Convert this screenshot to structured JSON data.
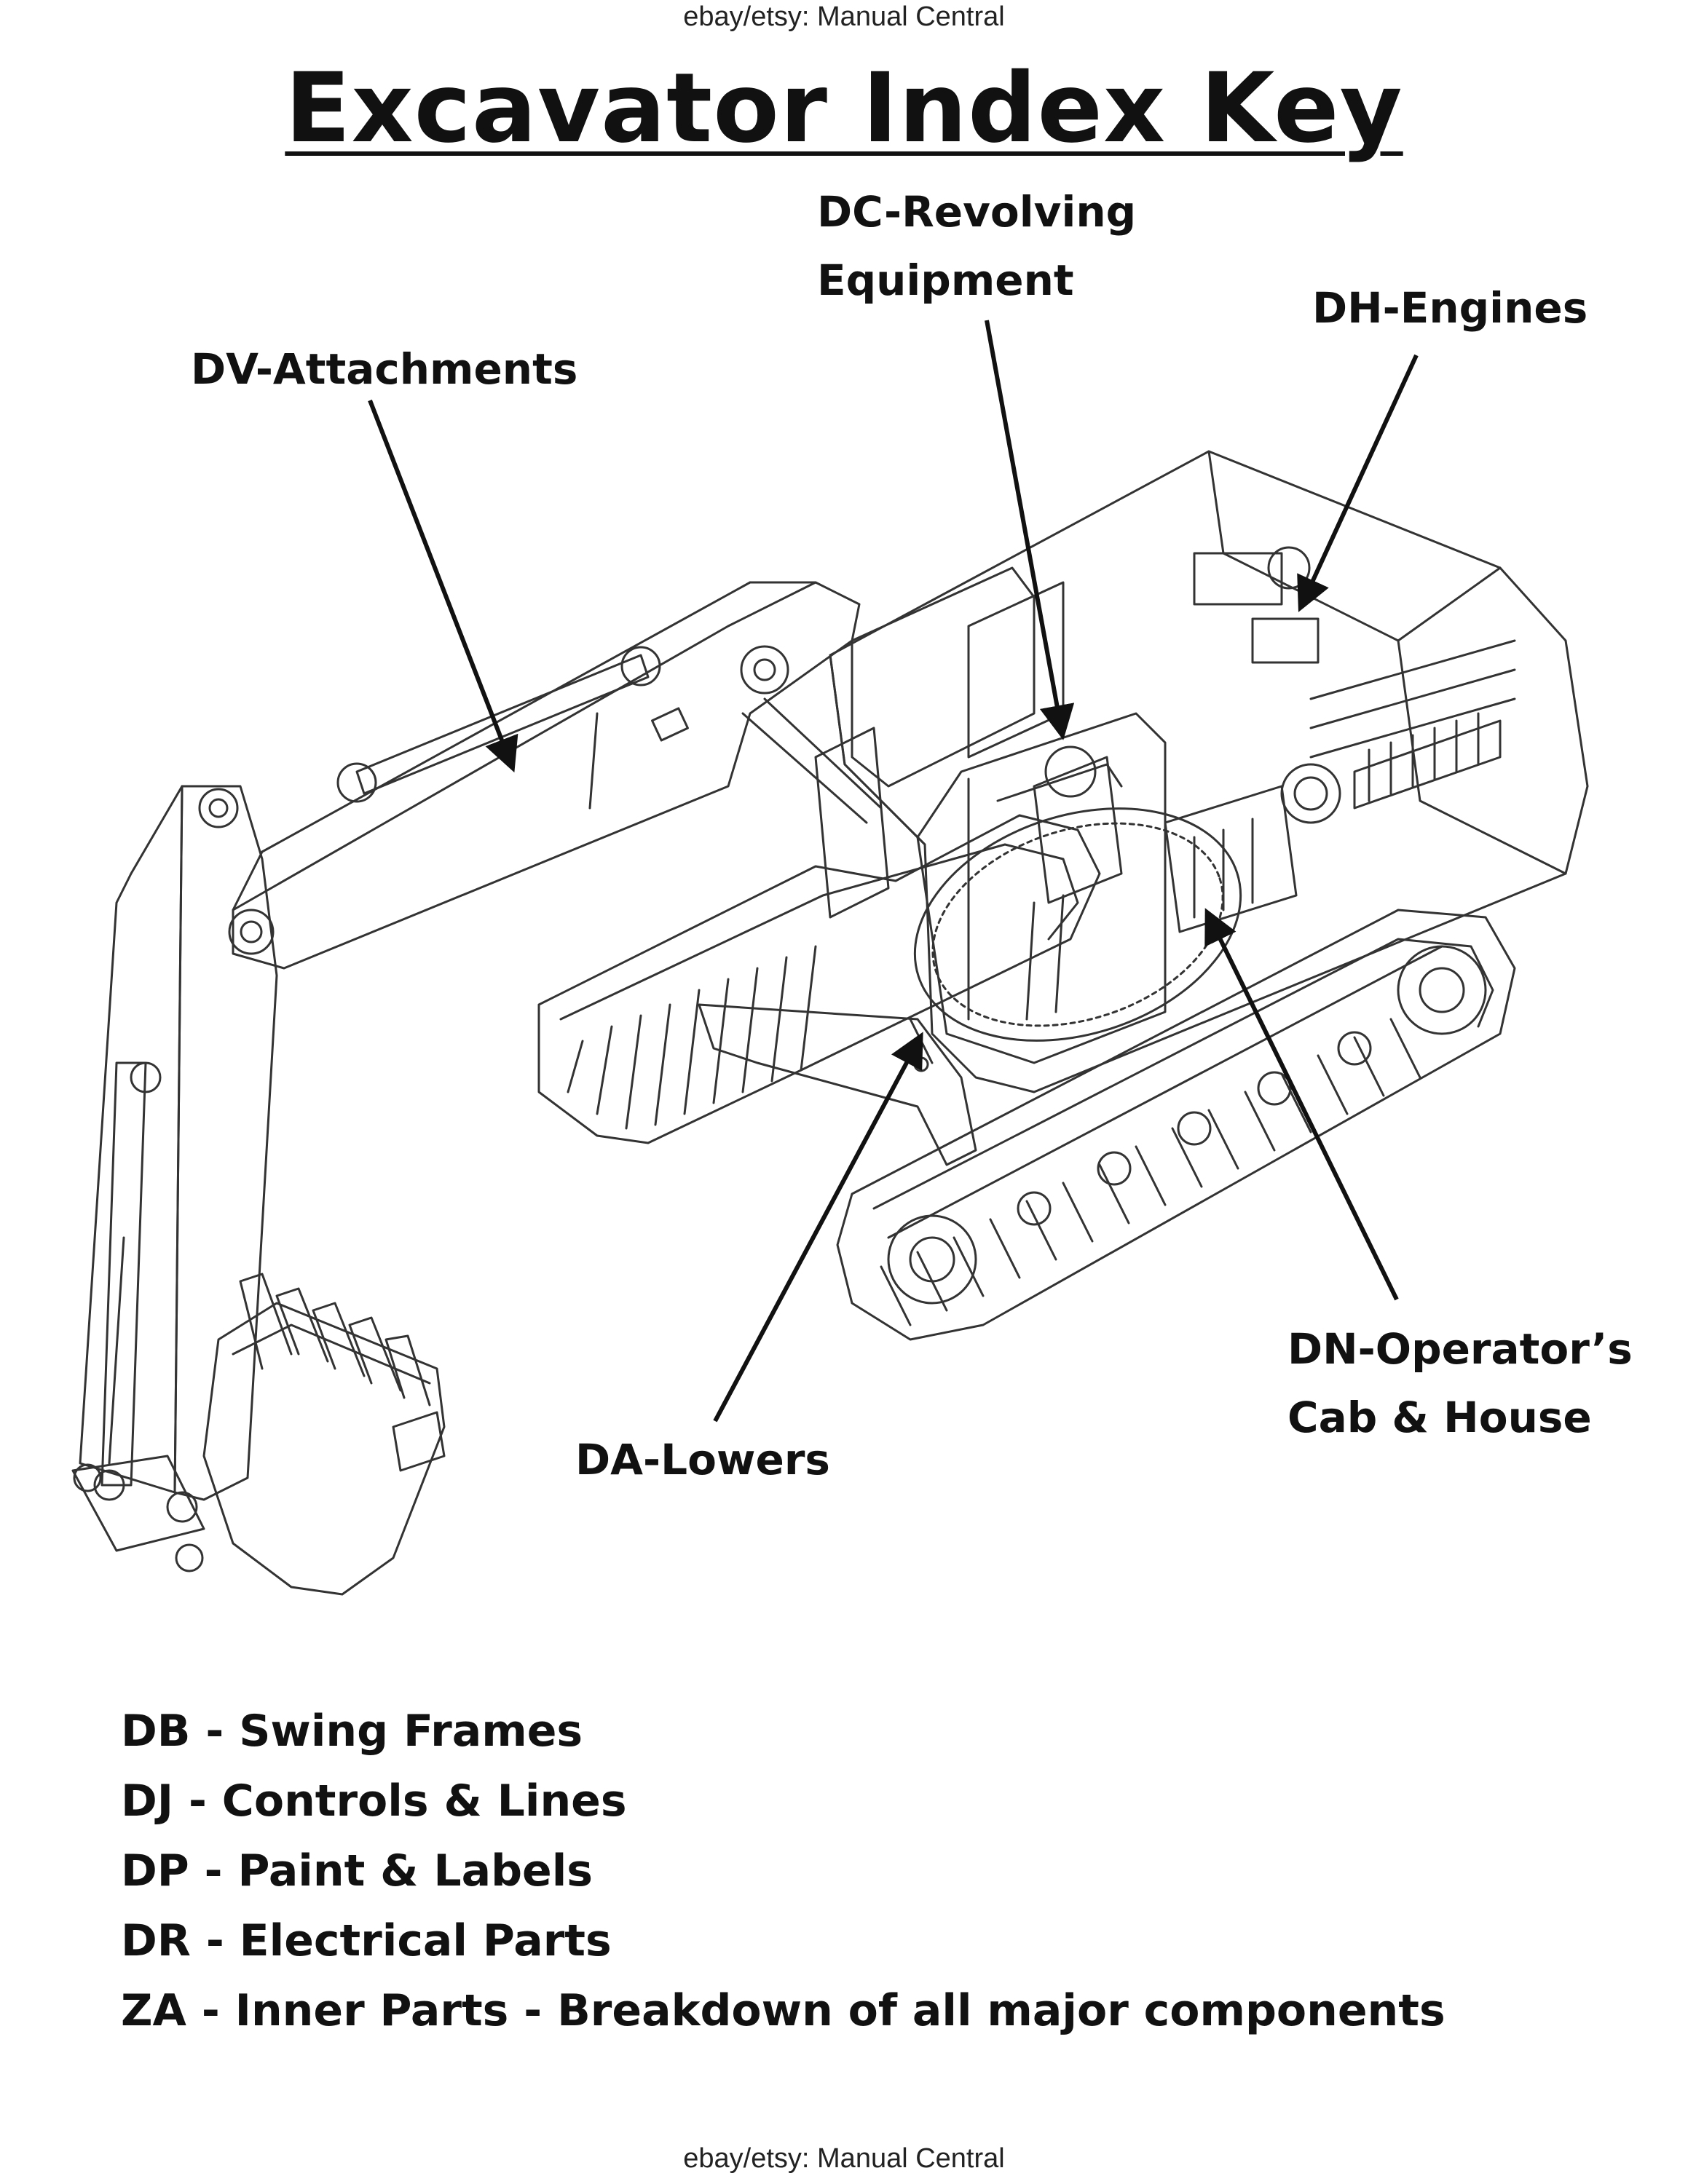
{
  "source_line": "ebay/etsy: Manual Central",
  "title": "Excavator Index Key",
  "callouts": {
    "revolving": {
      "line1": "DC-Revolving",
      "line2": "Equipment"
    },
    "engines": "DH-Engines",
    "attachments": "DV-Attachments",
    "lowers": "DA-Lowers",
    "cab": {
      "line1": "DN-Operator’s",
      "line2": "Cab & House"
    }
  },
  "legend": [
    "DB - Swing Frames",
    "DJ - Controls & Lines",
    "DP - Paint & Labels",
    "DR - Electrical Parts",
    "ZA - Inner Parts - Breakdown of all major components"
  ],
  "colors": {
    "ink": "#111111",
    "line_art": "#333333",
    "background": "#ffffff"
  }
}
